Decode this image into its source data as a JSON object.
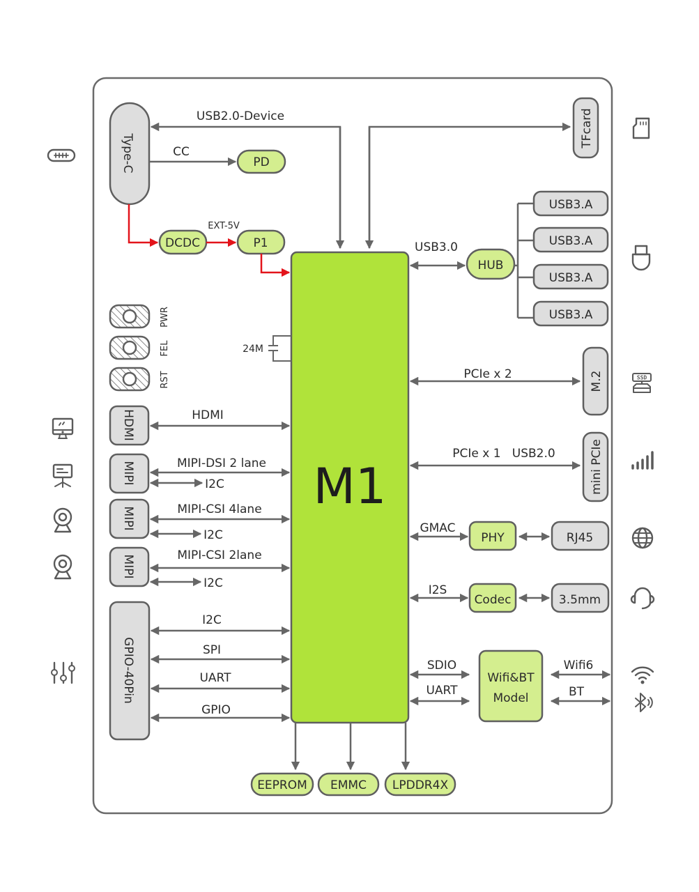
{
  "chip": {
    "label": "M1"
  },
  "colors": {
    "chip": "#b0e33a",
    "internal_block": "#d4ee8f",
    "connector_block": "#dedede",
    "power_line": "#e3141b",
    "signal_line": "#666666"
  },
  "power": {
    "typec": "Type-C",
    "pd": "PD",
    "cc": "CC",
    "dcdc": "DCDC",
    "ext5v": "EXT-5V",
    "p1": "P1"
  },
  "top": {
    "usb_device": "USB2.0-Device",
    "tfcard": "TFcard"
  },
  "hub": {
    "link": "USB3.0",
    "hub": "HUB",
    "ports": [
      "USB3.A",
      "USB3.A",
      "USB3.A",
      "USB3.A"
    ]
  },
  "buttons": [
    "PWR",
    "FEL",
    "RST"
  ],
  "crystal": "24M",
  "left": {
    "hdmi": {
      "box": "HDMI",
      "link": "HDMI"
    },
    "mipi1": {
      "box": "MIPI",
      "link": "MIPI-DSI 2 lane",
      "i2c": "I2C"
    },
    "mipi2": {
      "box": "MIPI",
      "link": "MIPI-CSI 4lane",
      "i2c": "I2C"
    },
    "mipi3": {
      "box": "MIPI",
      "link": "MIPI-CSI 2lane",
      "i2c": "I2C"
    },
    "gpio": {
      "box": "GPIO-40Pin",
      "links": [
        "I2C",
        "SPI",
        "UART",
        "GPIO"
      ]
    }
  },
  "right": {
    "m2": {
      "link": "PCIe x 2",
      "box": "M.2"
    },
    "minipcie": {
      "link": "PCIe x 1   USB2.0",
      "box": "mini PCIe"
    },
    "eth": {
      "link": "GMAC",
      "phy": "PHY",
      "port": "RJ45"
    },
    "audio": {
      "link": "I2S",
      "codec": "Codec",
      "port": "3.5mm"
    },
    "wifi": {
      "link1": "SDIO",
      "link2": "UART",
      "module_line1": "Wifi&BT",
      "module_line2": "Model",
      "out1": "Wifi6",
      "out2": "BT"
    }
  },
  "bottom": [
    "EEPROM",
    "EMMC",
    "LPDDR4X"
  ],
  "icons": {
    "left": [
      "usb-c-icon",
      "monitor-icon",
      "display-panel-icon",
      "camera-icon",
      "camera-icon",
      "sliders-icon"
    ],
    "right": [
      "sd-card-icon",
      "usb-plug-icon",
      "ssd-icon",
      "signal-icon",
      "globe-icon",
      "headset-icon",
      "wifi-icon",
      "bluetooth-icon"
    ]
  }
}
